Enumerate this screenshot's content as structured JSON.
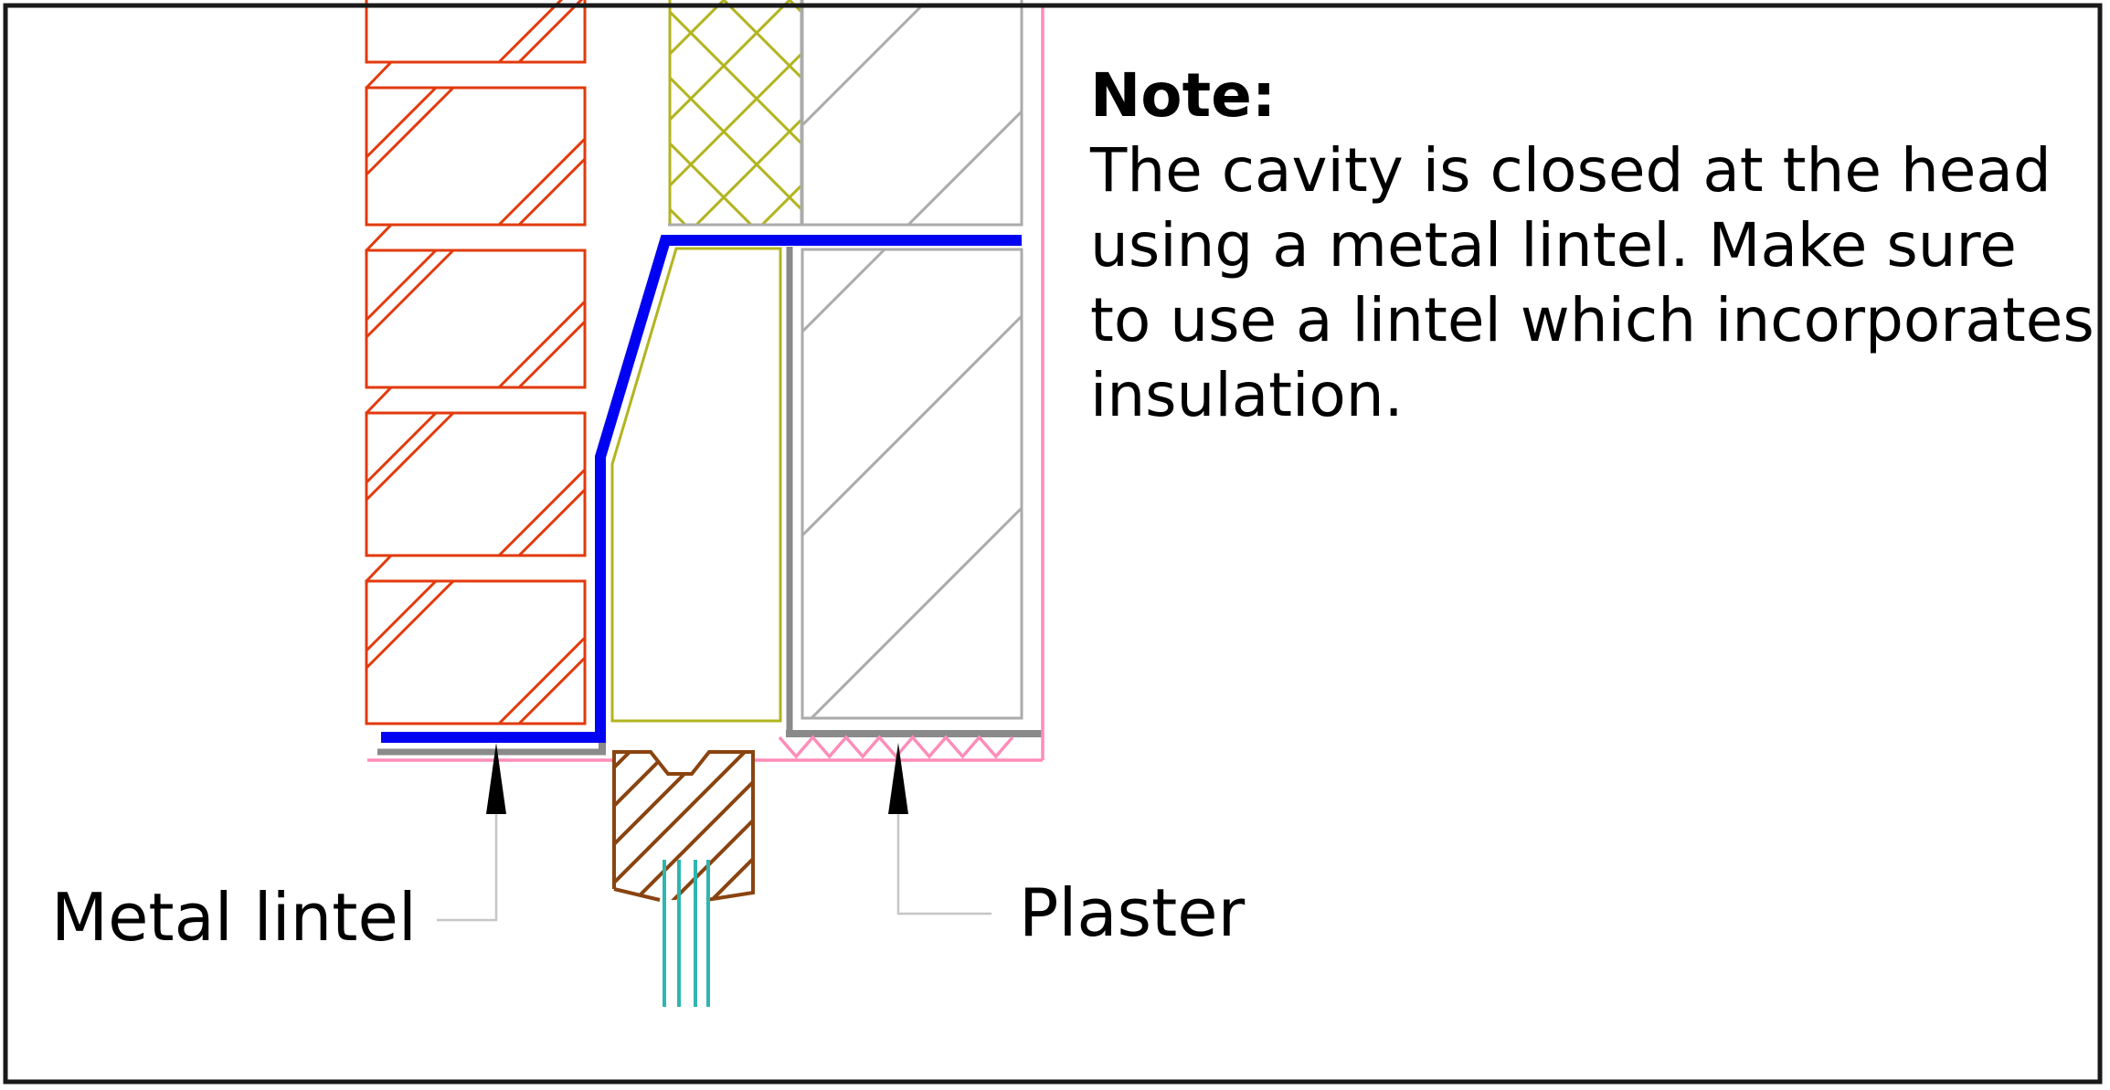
{
  "note": {
    "title": "Note:",
    "lines": [
      "The cavity is closed at the head",
      "using a metal lintel. Make sure",
      "to use a lintel which incorporates",
      "insulation."
    ]
  },
  "callouts": {
    "metal_lintel": "Metal lintel",
    "plaster": "Plaster"
  },
  "colors": {
    "brick_red": "#e23a0c",
    "insulation_olive": "#b2b41f",
    "lintel_blue": "#0202f2",
    "wall_gray": "#ababab",
    "steel_gray": "#8a8a8a",
    "plaster_pink": "#ff8cb8",
    "frame_brown": "#8a4410",
    "glazing_teal": "#2eb6b0",
    "leader_gray": "#c6c6c6",
    "arrow_black": "#000000",
    "border_black": "#1a1a1a",
    "background": "#ffffff"
  }
}
